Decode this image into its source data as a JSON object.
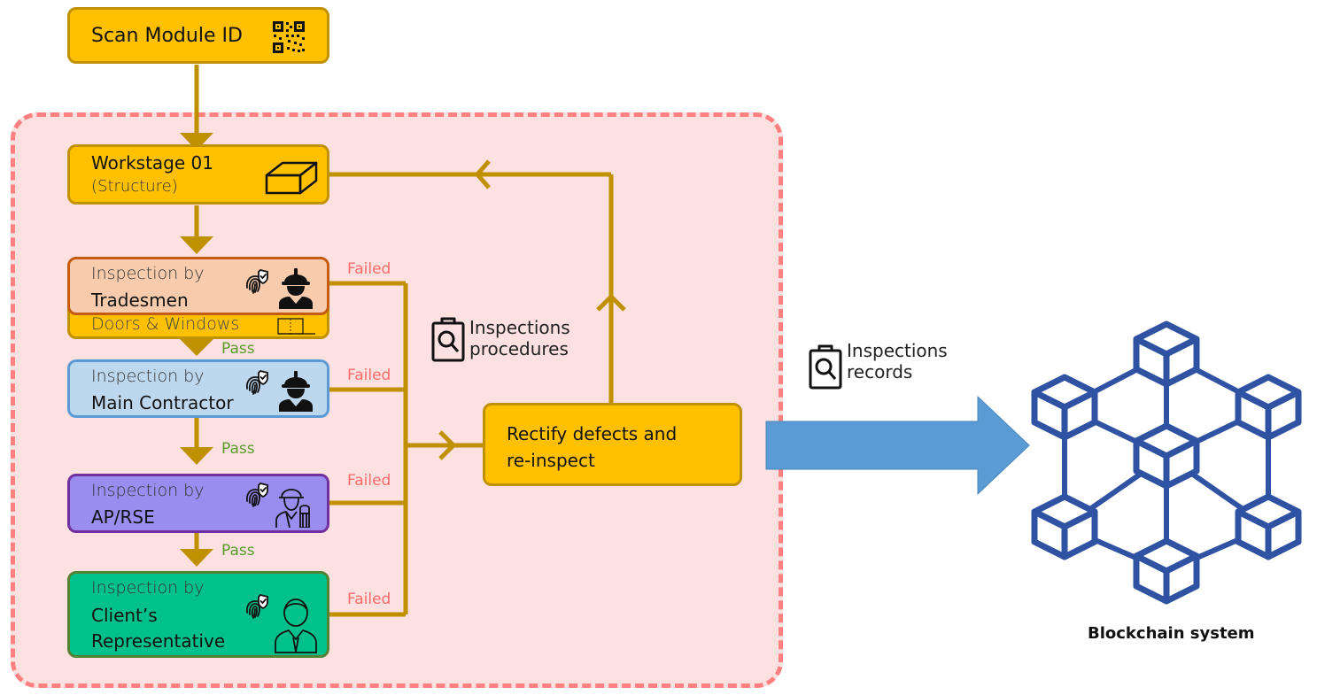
{
  "scan": {
    "label": "Scan Module ID",
    "icon": "qr-code-icon"
  },
  "workstage": {
    "title": "Workstage 01",
    "subtitle": "(Structure)",
    "icon": "cube-icon"
  },
  "doors": {
    "label": "Doors & Windows",
    "icon": "window-icon"
  },
  "inspections": [
    {
      "prefix": "Inspection by",
      "role": "Tradesmen",
      "fill": "#f8cbad",
      "border": "#c55a11",
      "icon": "worker-helmet-icon"
    },
    {
      "prefix": "Inspection by",
      "role": "Main Contractor",
      "fill": "#bdd7ee",
      "border": "#5b9bd5",
      "icon": "worker-helmet-icon"
    },
    {
      "prefix": "Inspection by",
      "role": "AP/RSE",
      "fill": "#9b8cf0",
      "border": "#7030a0",
      "icon": "engineer-icon"
    },
    {
      "prefix": "Inspection by",
      "role": "Client’s",
      "role2": "Representative",
      "fill": "#00c08b",
      "border": "#548235",
      "icon": "businessman-icon"
    }
  ],
  "edges": {
    "failed": "Failed",
    "pass": "Pass"
  },
  "rectify": {
    "line1": "Rectify defects and",
    "line2": "re-inspect"
  },
  "procedures": {
    "line1": "Inspections",
    "line2": "procedures",
    "icon": "clipboard-search-icon"
  },
  "records": {
    "line1": "Inspections",
    "line2": "records",
    "icon": "clipboard-search-icon"
  },
  "blockchain": {
    "label": "Blockchain system",
    "icon": "blockchain-network-icon"
  },
  "colors": {
    "flow": "#bf9000",
    "box": "#ffc000",
    "region": "#fde1e1",
    "region_border": "#ff8080",
    "arrow": "#5b9bd5",
    "chain": "#2f52a3"
  }
}
